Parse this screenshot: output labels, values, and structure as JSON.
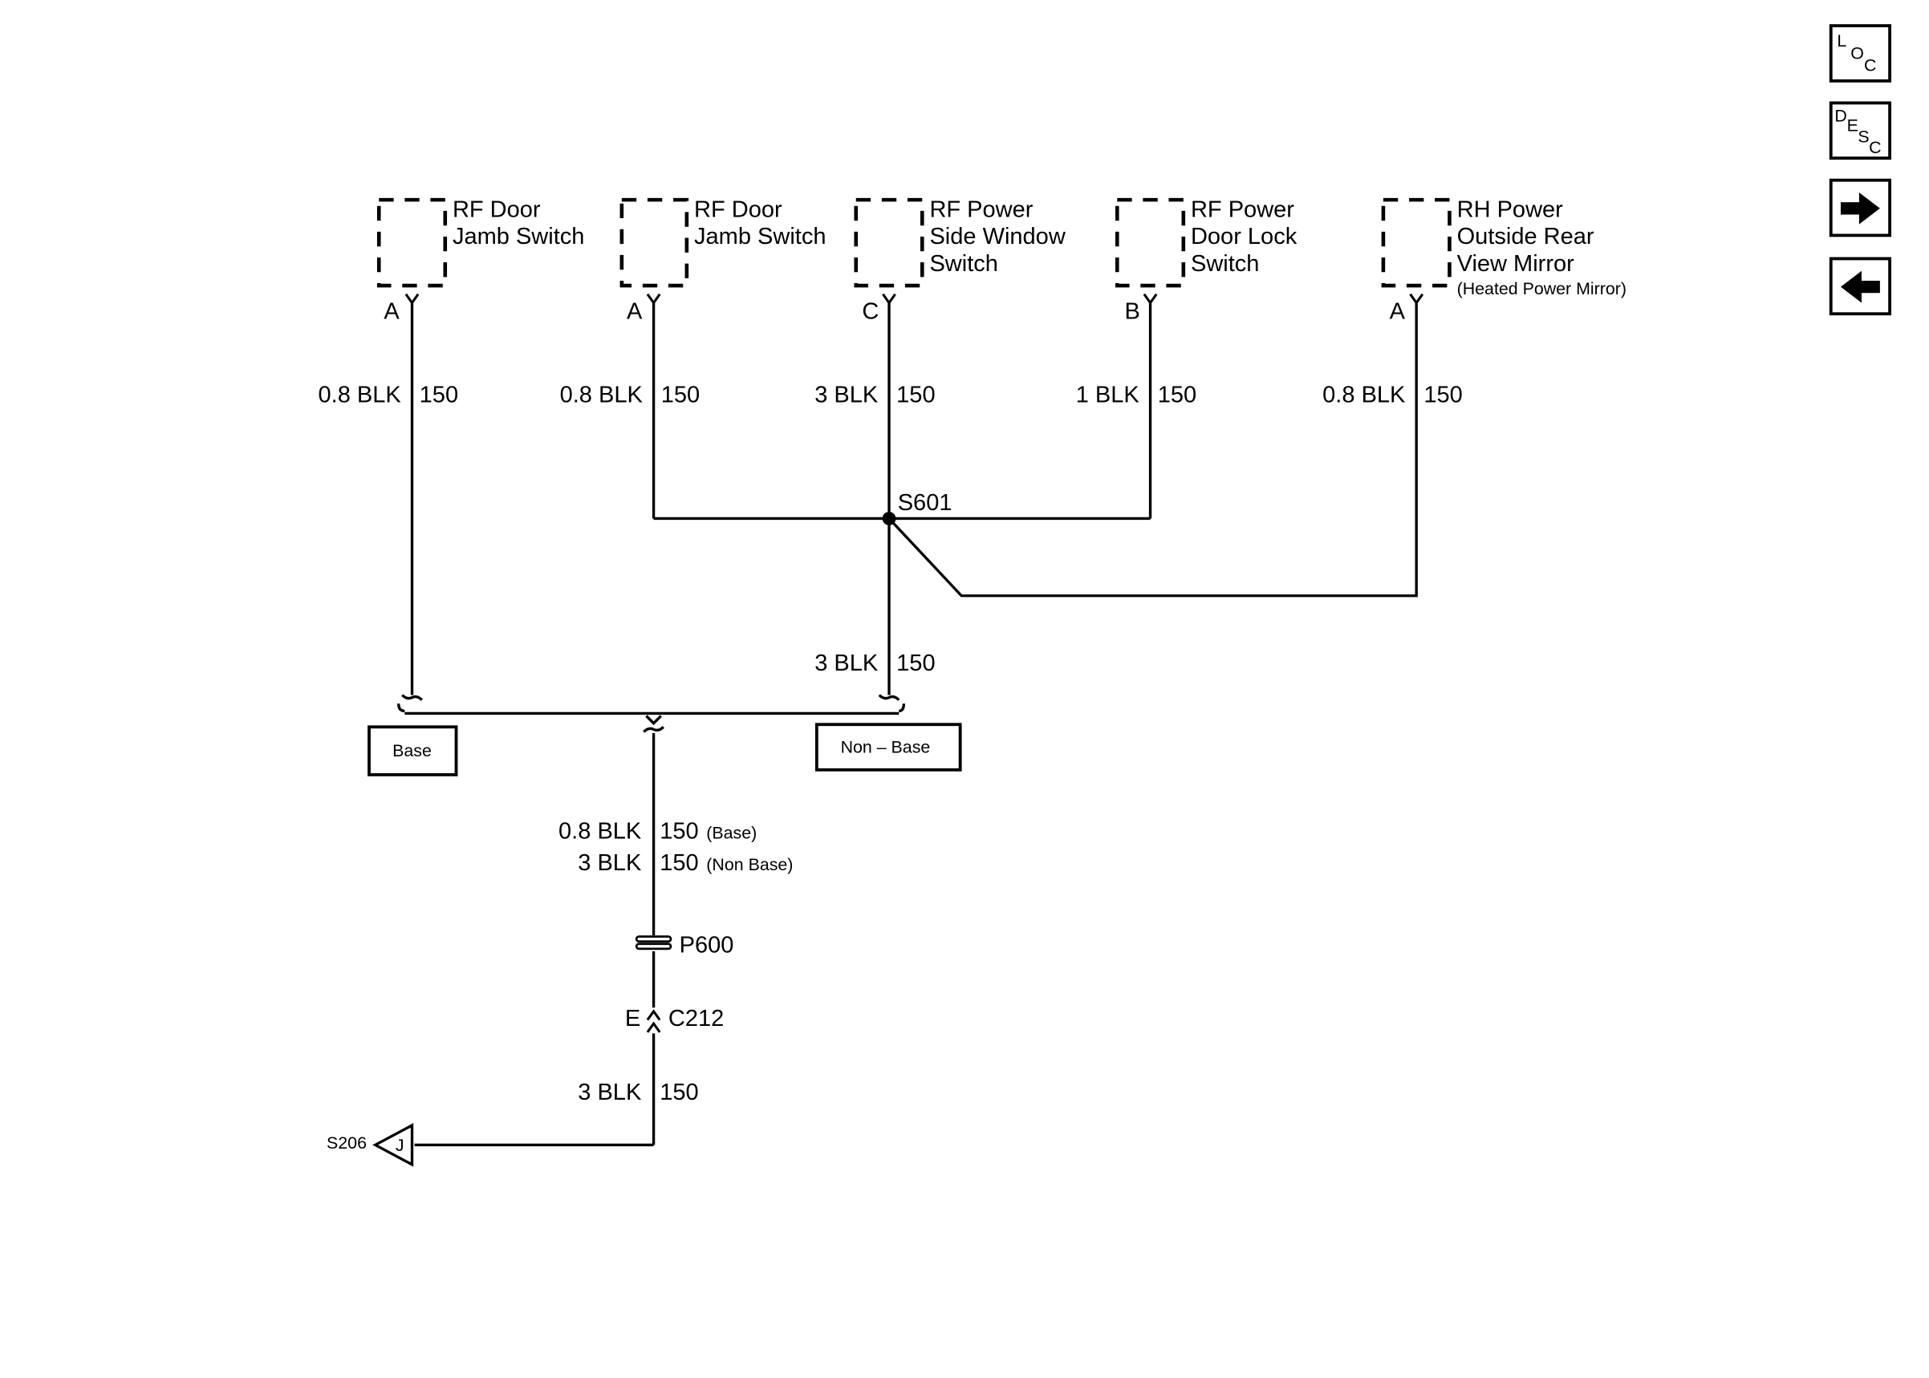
{
  "components": {
    "comp1": {
      "line1": "RF Door",
      "line2": "Jamb Switch",
      "pin": "A"
    },
    "comp2": {
      "line1": "RF Door",
      "line2": "Jamb Switch",
      "pin": "A"
    },
    "comp3": {
      "line1": "RF Power",
      "line2": "Side Window",
      "line3": "Switch",
      "pin": "C"
    },
    "comp4": {
      "line1": "RF Power",
      "line2": "Door Lock",
      "line3": "Switch",
      "pin": "B"
    },
    "comp5": {
      "line1": "RH Power",
      "line2": "Outside Rear",
      "line3": "View Mirror",
      "note": "(Heated Power Mirror)",
      "pin": "A"
    }
  },
  "wires": {
    "w1": {
      "gauge": "0.8 BLK",
      "circuit": "150"
    },
    "w2": {
      "gauge": "0.8 BLK",
      "circuit": "150"
    },
    "w3": {
      "gauge": "3 BLK",
      "circuit": "150"
    },
    "w4": {
      "gauge": "1 BLK",
      "circuit": "150"
    },
    "w5": {
      "gauge": "0.8 BLK",
      "circuit": "150"
    },
    "w6": {
      "gauge": "3 BLK",
      "circuit": "150"
    },
    "w7a": {
      "gauge": "0.8 BLK",
      "circuit": "150",
      "note": "(Base)"
    },
    "w7b": {
      "gauge": "3 BLK",
      "circuit": "150",
      "note": "(Non Base)"
    },
    "w8": {
      "gauge": "3 BLK",
      "circuit": "150"
    }
  },
  "splice": "S601",
  "options": {
    "base": "Base",
    "non_base": "Non – Base"
  },
  "pass_through": "P600",
  "connector": {
    "pin": "E",
    "name": "C212"
  },
  "ground_ref": {
    "name": "S206",
    "letter": "J"
  },
  "nav": {
    "loc": [
      "L",
      "O",
      "C"
    ],
    "desc": [
      "D",
      "E",
      "S",
      "C"
    ]
  }
}
